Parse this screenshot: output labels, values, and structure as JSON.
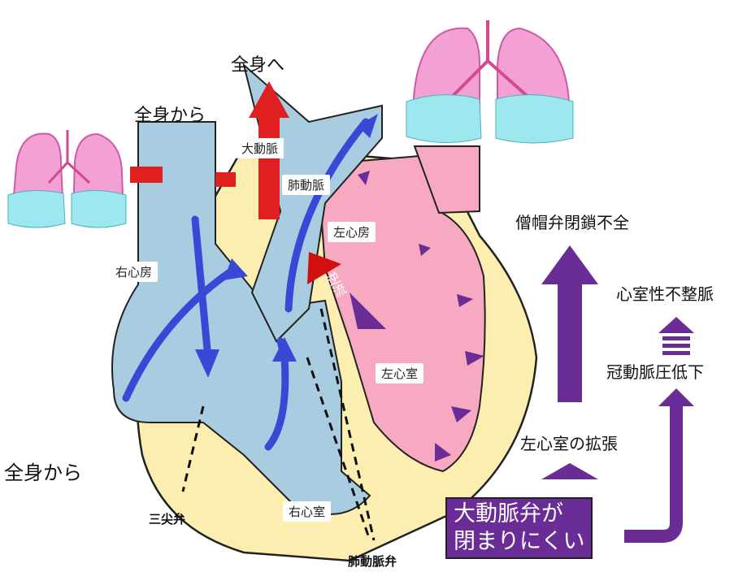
{
  "labels": {
    "to_body": "全身へ",
    "from_body_top": "全身から",
    "from_body_left": "全身から",
    "aorta": "大動脈",
    "pulmonary_artery": "肺動脈",
    "right_atrium": "右心房",
    "left_atrium": "左心房",
    "left_ventricle": "左心室",
    "right_ventricle": "右心室",
    "backflow": "逆流",
    "tricuspid_valve": "三尖弁",
    "pulmonary_valve": "肺動脈弁"
  },
  "flow": {
    "mitral_regurgitation": "僧帽弁閉鎖不全",
    "ventricular_arrhythmia": "心室性不整脈",
    "coronary_pressure_drop": "冠動脈圧低下",
    "lv_dilation": "左心室の拡張",
    "callout_line1": "大動脈弁が",
    "callout_line2": "閉まりにくい"
  },
  "colors": {
    "accent_purple": "#6a2c95",
    "blood_blue": "#a9cde0",
    "heart_pink": "#f6a9c0",
    "wall_yellow": "#fbeeb0",
    "flow_blue": "#3a48d6",
    "aorta_red": "#e02020"
  }
}
